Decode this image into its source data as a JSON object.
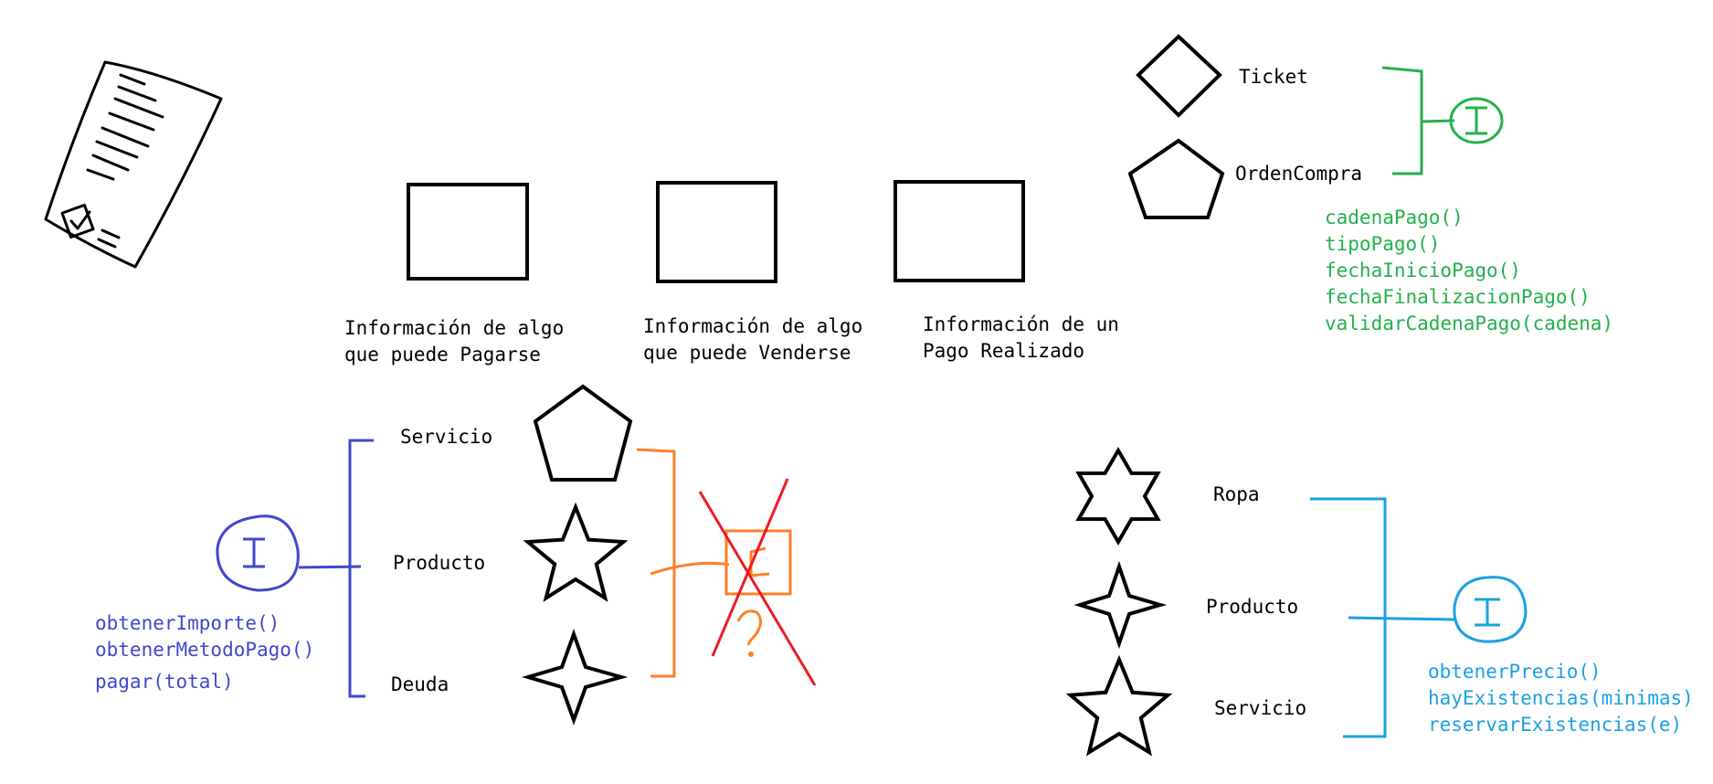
{
  "top_boxes": [
    {
      "line1": "Información de algo",
      "line2": "que puede Pagarse"
    },
    {
      "line1": "Información de algo",
      "line2": "que puede Venderse"
    },
    {
      "line1": "Información de un",
      "line2": "Pago Realizado"
    }
  ],
  "ticket_group": {
    "shapes": [
      "Ticket",
      "OrdenCompra"
    ],
    "interface_letter": "I",
    "methods": [
      "cadenaPago()",
      "tipoPago()",
      "fechaInicioPago()",
      "fechaFinalizacionPago()",
      "validarCadenaPago(cadena)"
    ]
  },
  "payable_group": {
    "shapes": [
      "Servicio",
      "Producto",
      "Deuda"
    ],
    "interface_letter": "I",
    "methods": [
      "obtenerImporte()",
      "obtenerMetodoPago()",
      "pagar(total)"
    ]
  },
  "crossed_group": {
    "question_mark": "?"
  },
  "sellable_group": {
    "shapes": [
      "Ropa",
      "Producto",
      "Servicio"
    ],
    "interface_letter": "I",
    "methods": [
      "obtenerPrecio()",
      "hayExistencias(minimas)",
      "reservarExistencias(e)"
    ]
  },
  "colors": {
    "ink": "#000000",
    "green": "#22b14c",
    "blue": "#3f48cc",
    "cyan": "#1ba1e2",
    "orange": "#ff7f27",
    "red": "#ed1c24"
  }
}
